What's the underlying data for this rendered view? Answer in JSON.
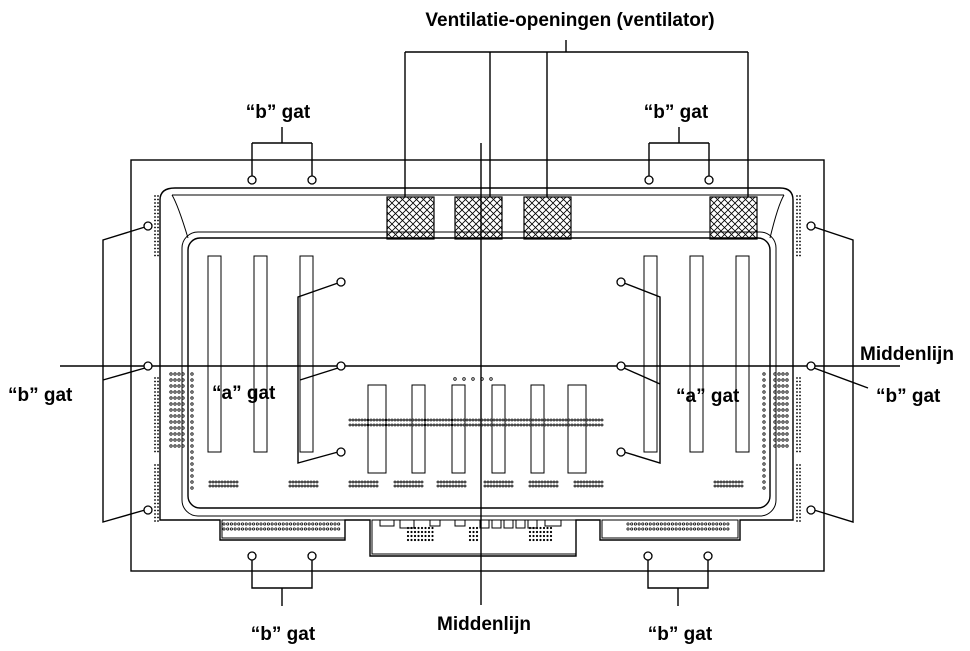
{
  "labels": {
    "vent": "Ventilatie-openingen (ventilator)",
    "b_hole": "“b” gat",
    "a_hole": "“a” gat",
    "midline": "Middenlijn"
  },
  "colors": {
    "line": "#000000",
    "background": "#ffffff"
  }
}
